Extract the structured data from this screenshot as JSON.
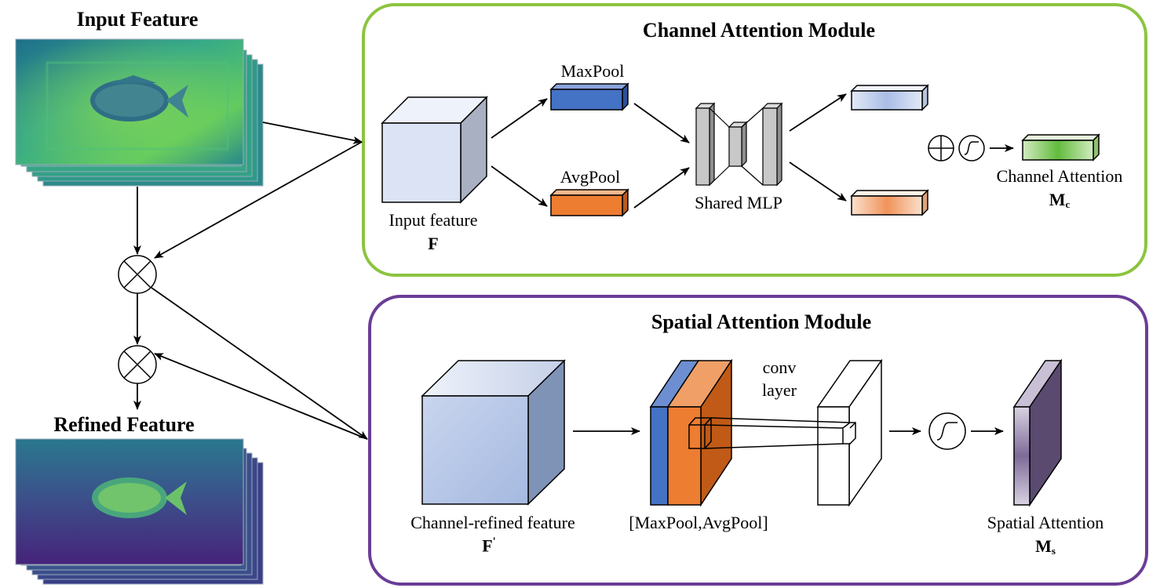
{
  "left": {
    "input_title": "Input Feature",
    "refined_title": "Refined Feature"
  },
  "channel_module": {
    "title": "Channel Attention Module",
    "input_label": "Input feature",
    "input_symbol": "F",
    "maxpool_label": "MaxPool",
    "avgpool_label": "AvgPool",
    "mlp_label": "Shared MLP",
    "output_label": "Channel Attention",
    "output_symbol": "M",
    "output_subscript": "c",
    "border_color": "#8cc43f"
  },
  "spatial_module": {
    "title": "Spatial Attention Module",
    "input_label": "Channel-refined feature",
    "input_symbol": "F",
    "input_prime": "'",
    "pool_label": "[MaxPool,AvgPool]",
    "conv_label_1": "conv",
    "conv_label_2": "layer",
    "output_label": "Spatial Attention",
    "output_symbol": "M",
    "output_subscript": "s",
    "border_color": "#6a3d96"
  },
  "colors": {
    "maxpool": "#4472c4",
    "avgpool": "#ed7d31",
    "channel_attention": "#70ad47",
    "spatial_attention": "#8e82a0"
  }
}
